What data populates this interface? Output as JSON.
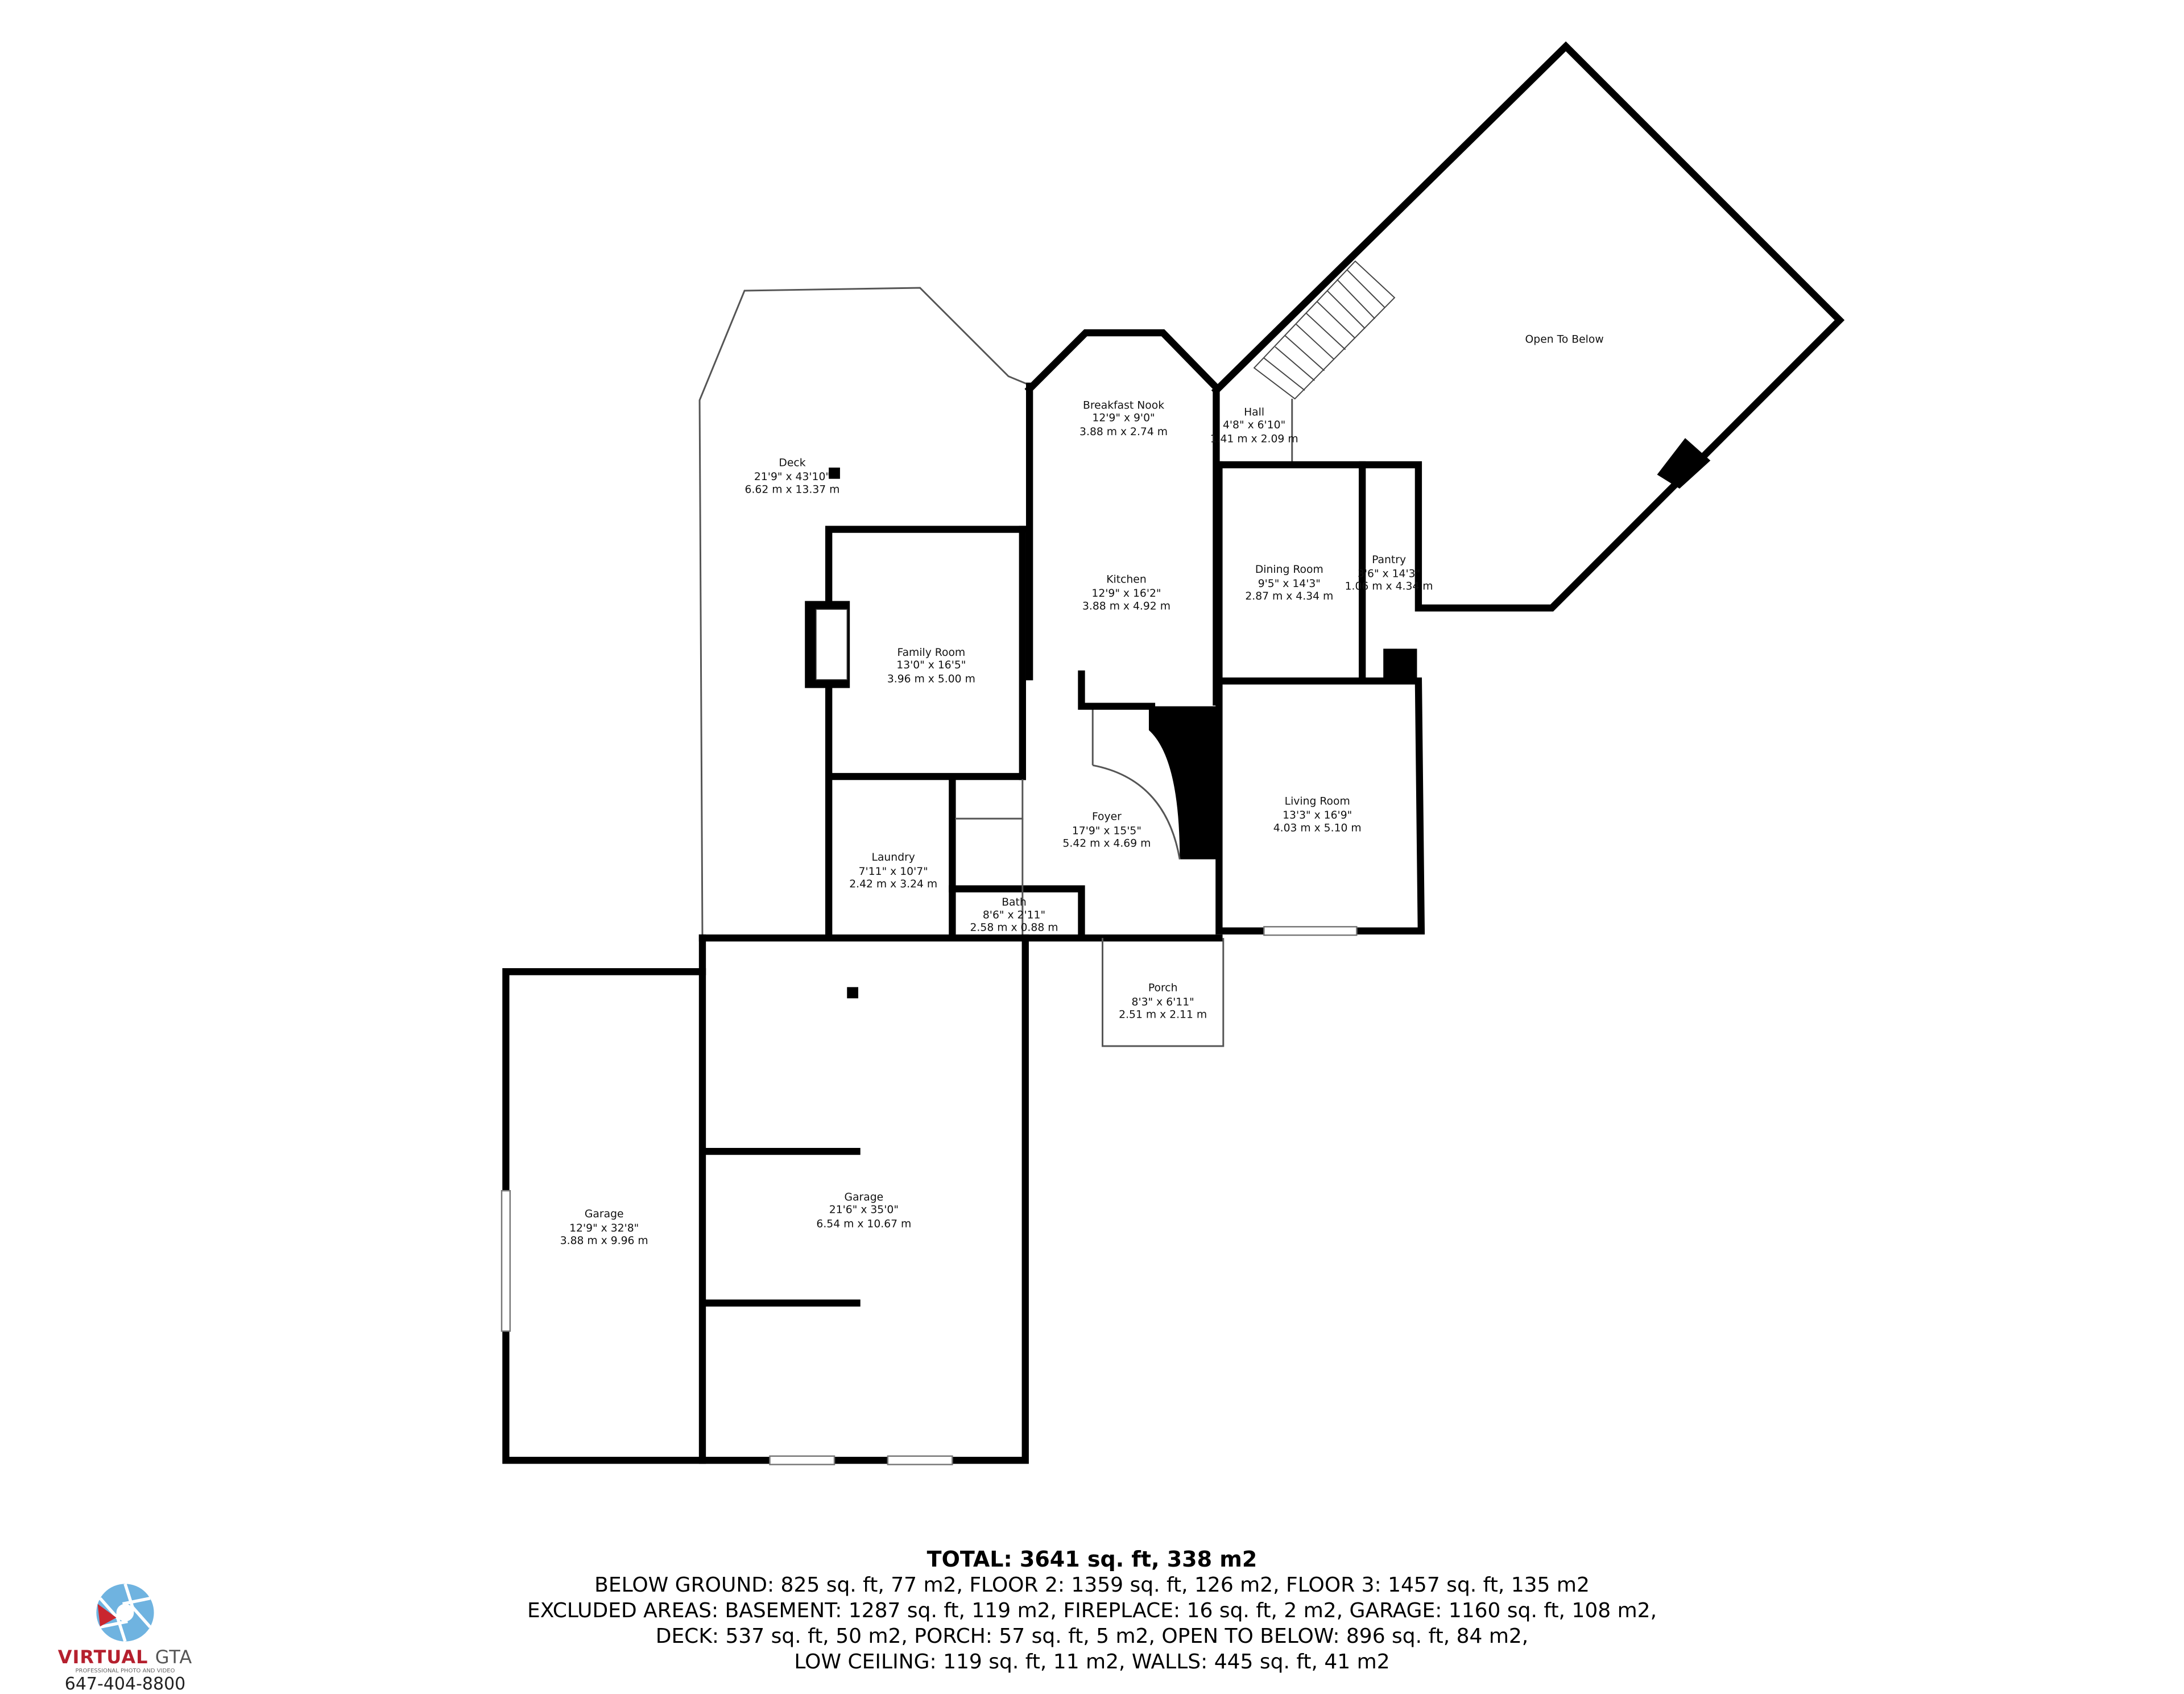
{
  "rooms": {
    "open_to_below": {
      "name": "Open To Below"
    },
    "hall": {
      "name": "Hall",
      "imperial": "4'8\" x 6'10\"",
      "metric": "1.41 m x 2.09 m"
    },
    "breakfast_nook": {
      "name": "Breakfast Nook",
      "imperial": "12'9\" x 9'0\"",
      "metric": "3.88 m x 2.74 m"
    },
    "deck": {
      "name": "Deck",
      "imperial": "21'9\" x 43'10\"",
      "metric": "6.62 m x 13.37 m"
    },
    "kitchen": {
      "name": "Kitchen",
      "imperial": "12'9\" x 16'2\"",
      "metric": "3.88 m x 4.92 m"
    },
    "dining_room": {
      "name": "Dining Room",
      "imperial": "9'5\" x 14'3\"",
      "metric": "2.87 m x 4.34 m"
    },
    "pantry": {
      "name": "Pantry",
      "imperial": "3'6\" x 14'3\"",
      "metric": "1.06 m x 4.34 m"
    },
    "family_room": {
      "name": "Family Room",
      "imperial": "13'0\" x 16'5\"",
      "metric": "3.96 m x 5.00 m"
    },
    "living_room": {
      "name": "Living Room",
      "imperial": "13'3\" x 16'9\"",
      "metric": "4.03 m x 5.10 m"
    },
    "foyer": {
      "name": "Foyer",
      "imperial": "17'9\" x 15'5\"",
      "metric": "5.42 m x 4.69 m"
    },
    "laundry": {
      "name": "Laundry",
      "imperial": "7'11\" x 10'7\"",
      "metric": "2.42 m x 3.24 m"
    },
    "bath": {
      "name": "Bath",
      "imperial": "8'6\" x 2'11\"",
      "metric": "2.58 m x 0.88 m"
    },
    "porch": {
      "name": "Porch",
      "imperial": "8'3\" x 6'11\"",
      "metric": "2.51 m x 2.11 m"
    },
    "garage_large": {
      "name": "Garage",
      "imperial": "21'6\" x 35'0\"",
      "metric": "6.54 m x 10.67 m"
    },
    "garage_small": {
      "name": "Garage",
      "imperial": "12'9\" x 32'8\"",
      "metric": "3.88 m x 9.96 m"
    }
  },
  "summary": {
    "total": "TOTAL: 3641 sq. ft, 338 m2",
    "lines": [
      "BELOW GROUND: 825 sq. ft, 77 m2, FLOOR 2: 1359 sq. ft, 126 m2, FLOOR 3: 1457 sq. ft, 135 m2",
      "EXCLUDED AREAS: BASEMENT: 1287 sq. ft, 119 m2, FIREPLACE: 16 sq. ft, 2 m2, GARAGE: 1160 sq. ft, 108 m2,",
      "DECK: 537 sq. ft, 50 m2, PORCH: 57 sq. ft, 5 m2, OPEN TO BELOW: 896 sq. ft, 84 m2,",
      "LOW CEILING: 119 sq. ft, 11 m2, WALLS: 445 sq. ft, 41 m2"
    ]
  },
  "logo": {
    "brand_main": "VIRTUAL",
    "brand_sub": "GTA",
    "tagline": "PROFESSIONAL PHOTO AND VIDEO",
    "phone": "647-404-8800",
    "colors": {
      "blue": "#6fb3e0",
      "red": "#c9262f"
    }
  }
}
